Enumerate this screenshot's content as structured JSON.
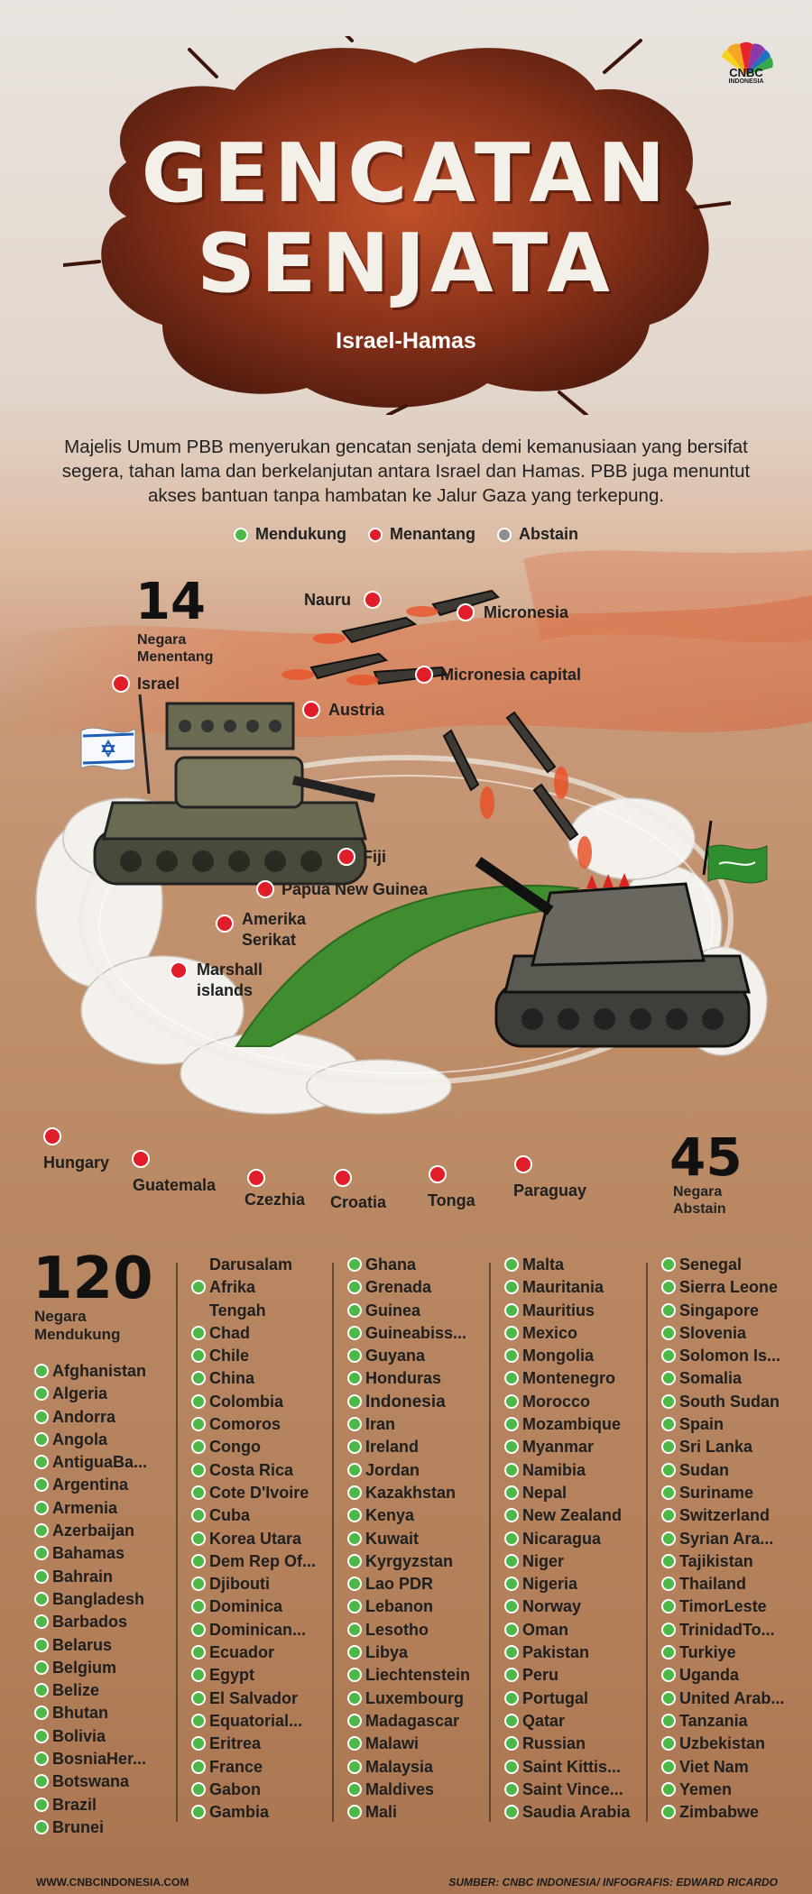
{
  "header": {
    "title_line1": "GENCATAN",
    "title_line2": "SENJATA",
    "subtitle": "Israel-Hamas",
    "logo_text": "CNBC",
    "logo_sub": "INDONESIA"
  },
  "intro": "Majelis Umum PBB menyerukan gencatan senjata demi kemanusiaan yang bersifat segera, tahan lama dan berkelanjutan antara Israel dan Hamas. PBB juga menuntut akses bantuan tanpa hambatan ke Jalur Gaza yang terkepung.",
  "legend": {
    "support": "Mendukung",
    "oppose": "Menantang",
    "abstain": "Abstain"
  },
  "colors": {
    "support": "#4cb848",
    "oppose": "#e11d2a",
    "abstain": "#8f8f8f",
    "title_blob": "#7a2b18"
  },
  "against": {
    "count": "14",
    "caption_line1": "Negara",
    "caption_line2": "Menentang",
    "countries": {
      "nauru": "Nauru",
      "micronesia": "Micronesia",
      "micronesia_capital": "Micronesia capital",
      "israel": "Israel",
      "austria": "Austria",
      "fiji": "Fiji",
      "png": "Papua New Guinea",
      "us_line1": "Amerika",
      "us_line2": "Serikat",
      "mh_line1": "Marshall",
      "mh_line2": "islands",
      "hungary": "Hungary",
      "guatemala": "Guatemala",
      "czechia": "Czezhia",
      "croatia": "Croatia",
      "tonga": "Tonga",
      "paraguay": "Paraguay"
    }
  },
  "abstain": {
    "count": "45",
    "caption_line1": "Negara",
    "caption_line2": "Abstain"
  },
  "support": {
    "count": "120",
    "caption_line1": "Negara",
    "caption_line2": "Mendukung"
  },
  "support_columns": [
    [
      "Afghanistan",
      "Algeria",
      "Andorra",
      "Angola",
      "AntiguaBa...",
      "Argentina",
      "Armenia",
      "Azerbaijan",
      "Bahamas",
      "Bahrain",
      "Bangladesh",
      "Barbados",
      "Belarus",
      "Belgium",
      "Belize",
      "Bhutan",
      "Bolivia",
      "BosniaHer...",
      "Botswana",
      "Brazil",
      "Brunei"
    ],
    [
      "Darusalam",
      "Afrika",
      "Tengah",
      "Chad",
      "Chile",
      "China",
      "Colombia",
      "Comoros",
      "Congo",
      "Costa Rica",
      "Cote D'Ivoire",
      "Cuba",
      "Korea Utara",
      "Dem Rep Of...",
      "Djibouti",
      "Dominica",
      "Dominican...",
      "Ecuador",
      "Egypt",
      "El Salvador",
      "Equatorial...",
      "Eritrea",
      "France",
      "Gabon",
      "Gambia"
    ],
    [
      "Ghana",
      "Grenada",
      "Guinea",
      "Guineabiss...",
      "Guyana",
      "Honduras",
      "Indonesia",
      "Iran",
      "Ireland",
      "Jordan",
      "Kazakhstan",
      "Kenya",
      "Kuwait",
      "Kyrgyzstan",
      "Lao PDR",
      "Lebanon",
      "Lesotho",
      "Libya",
      "Liechtenstein",
      "Luxembourg",
      "Madagascar",
      "Malawi",
      "Malaysia",
      "Maldives",
      "Mali"
    ],
    [
      "Malta",
      "Mauritania",
      "Mauritius",
      "Mexico",
      "Mongolia",
      "Montenegro",
      "Morocco",
      "Mozambique",
      "Myanmar",
      "Namibia",
      "Nepal",
      "New Zealand",
      "Nicaragua",
      "Niger",
      "Nigeria",
      "Norway",
      "Oman",
      "Pakistan",
      "Peru",
      "Portugal",
      "Qatar",
      "Russian",
      "Saint Kittis...",
      "Saint Vince...",
      "Saudia Arabia"
    ],
    [
      "Senegal",
      "Sierra Leone",
      "Singapore",
      "Slovenia",
      "Solomon Is...",
      "Somalia",
      "South Sudan",
      "Spain",
      "Sri Lanka",
      "Sudan",
      "Suriname",
      "Switzerland",
      "Syrian Ara...",
      "Tajikistan",
      "Thailand",
      "TimorLeste",
      "TrinidadTo...",
      "Turkiye",
      "Uganda",
      "United Arab...",
      "Tanzania",
      "Uzbekistan",
      "Viet Nam",
      "Yemen",
      "Zimbabwe"
    ]
  ],
  "footer": {
    "site": "WWW.CNBCINDONESIA.COM",
    "source": "SUMBER: CNBC INDONESIA/ INFOGRAFIS: EDWARD RICARDO"
  }
}
